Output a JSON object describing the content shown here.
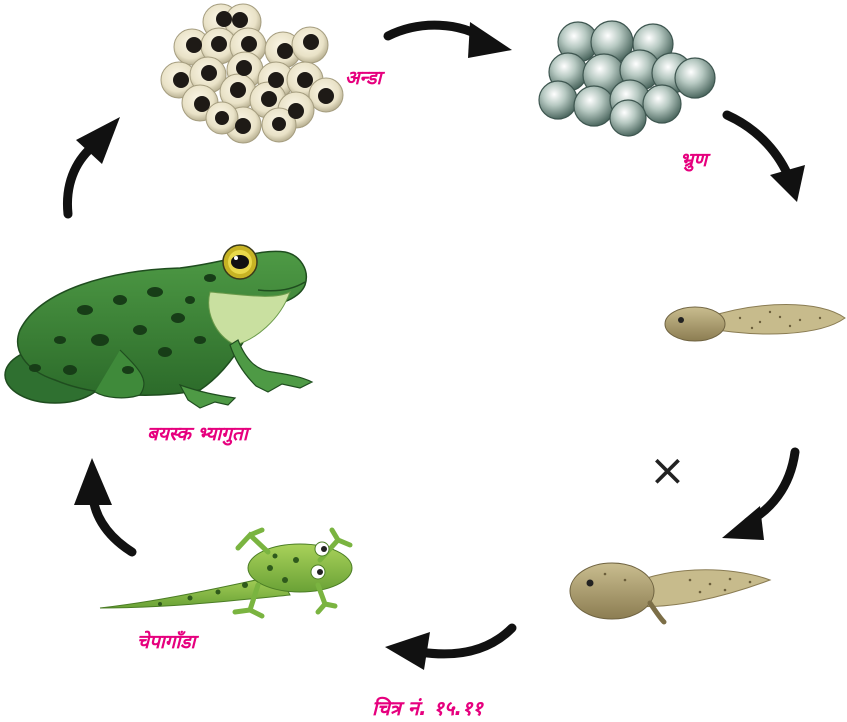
{
  "stages": {
    "egg": "अन्डा",
    "embryo": "भ्रुण",
    "adult": "बयस्क भ्यागुता",
    "froglet": "चेपागाँडा"
  },
  "caption": "चित्र नं. १५.११",
  "marker": "×",
  "colors": {
    "label": "#e6007e",
    "arrow": "#111111",
    "frog_green": "#3f8a3a",
    "tadpole_brown": "#a99a6a"
  }
}
